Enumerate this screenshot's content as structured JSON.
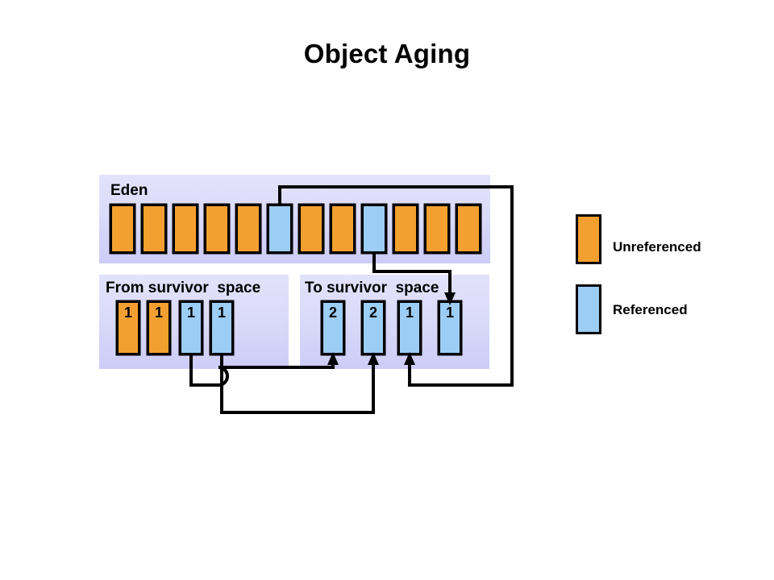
{
  "title": "Object Aging",
  "colors": {
    "unreferenced": "#f3a030",
    "referenced": "#9ccdf5",
    "panel_top": "#e2e2fb",
    "panel_bottom": "#ccccf8",
    "outline": "#000000",
    "background": "#ffffff"
  },
  "regions": {
    "eden": {
      "label": "Eden",
      "blocks": [
        {
          "state": "unreferenced",
          "age": ""
        },
        {
          "state": "unreferenced",
          "age": ""
        },
        {
          "state": "unreferenced",
          "age": ""
        },
        {
          "state": "unreferenced",
          "age": ""
        },
        {
          "state": "unreferenced",
          "age": ""
        },
        {
          "state": "referenced",
          "age": ""
        },
        {
          "state": "unreferenced",
          "age": ""
        },
        {
          "state": "unreferenced",
          "age": ""
        },
        {
          "state": "referenced",
          "age": ""
        },
        {
          "state": "unreferenced",
          "age": ""
        },
        {
          "state": "unreferenced",
          "age": ""
        },
        {
          "state": "unreferenced",
          "age": ""
        }
      ]
    },
    "from_survivor": {
      "label": "From survivor  space",
      "blocks": [
        {
          "state": "unreferenced",
          "age": "1"
        },
        {
          "state": "unreferenced",
          "age": "1"
        },
        {
          "state": "referenced",
          "age": "1"
        },
        {
          "state": "referenced",
          "age": "1"
        }
      ]
    },
    "to_survivor": {
      "label": "To survivor  space",
      "blocks": [
        {
          "state": "referenced",
          "age": "2"
        },
        {
          "state": "referenced",
          "age": "2"
        },
        {
          "state": "referenced",
          "age": "1"
        },
        {
          "state": "referenced",
          "age": "1"
        }
      ]
    }
  },
  "legend": {
    "items": [
      {
        "label": "Unreferenced",
        "state": "unreferenced"
      },
      {
        "label": "Referenced",
        "state": "referenced"
      }
    ]
  },
  "connections": [
    {
      "from": "from_survivor.block.3",
      "to": "to_survivor.block.1",
      "note": "aged 1 to 2"
    },
    {
      "from": "from_survivor.block.4",
      "to": "to_survivor.block.2",
      "note": "aged 1 to 2"
    },
    {
      "from": "eden.block.6",
      "to": "to_survivor.block.3",
      "note": "promoted age 1"
    },
    {
      "from": "eden.block.9",
      "to": "to_survivor.block.4",
      "note": "promoted age 1"
    }
  ]
}
